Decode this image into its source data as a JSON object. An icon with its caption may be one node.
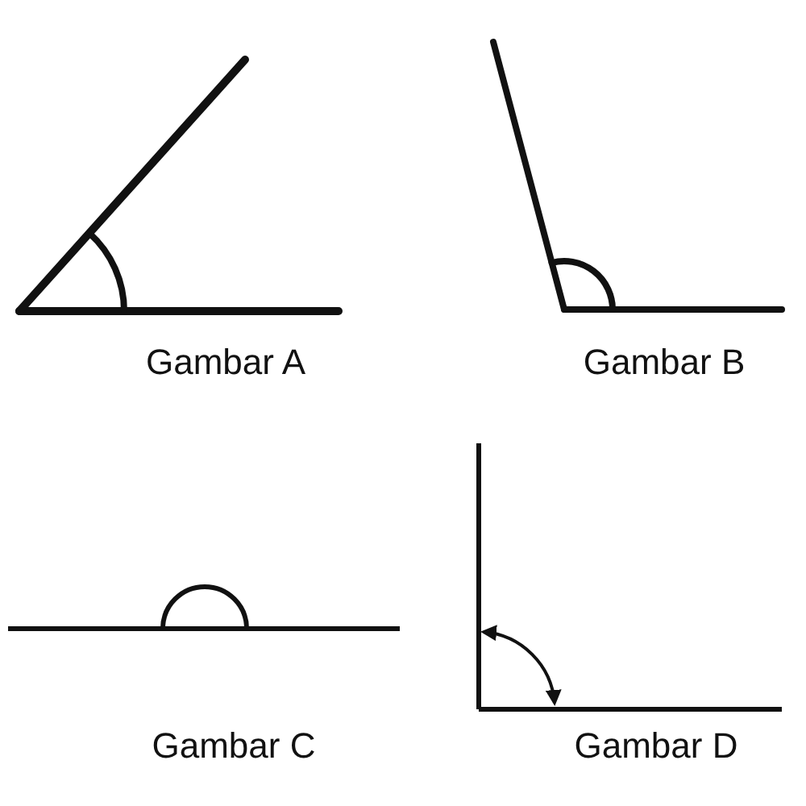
{
  "diagram": {
    "labels": [
      "Gambar A",
      "Gambar B",
      "Gambar C",
      "Gambar D"
    ]
  }
}
